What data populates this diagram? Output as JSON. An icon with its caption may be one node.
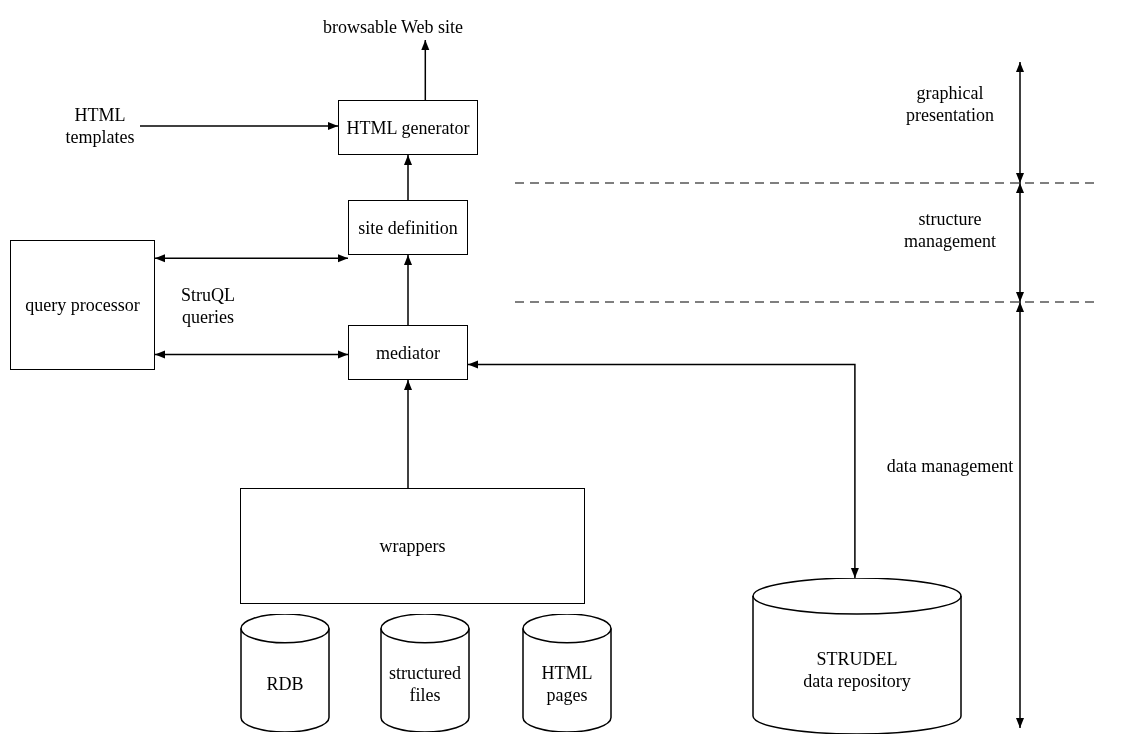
{
  "diagram": {
    "nodes": [
      {
        "text": [
          "browsable Web site"
        ]
      },
      {
        "text": [
          "HTML templates"
        ]
      },
      {
        "text": [
          "HTML generator"
        ]
      },
      {
        "text": [
          "site definition"
        ]
      },
      {
        "text": [
          "query processor"
        ]
      },
      {
        "text": [
          "mediator"
        ]
      },
      {
        "text": [
          "wrappers"
        ]
      },
      {
        "text": [
          "RDB"
        ]
      },
      {
        "text": [
          "structured files"
        ]
      },
      {
        "text": [
          "HTML pages"
        ]
      },
      {
        "text": [
          "STRUDEL",
          "data repository"
        ]
      }
    ],
    "edges": [
      {
        "from": 2,
        "to": 0,
        "arrow": "to"
      },
      {
        "from": 1,
        "to": 2,
        "arrow": "to"
      },
      {
        "from": 3,
        "to": 2,
        "arrow": "to"
      },
      {
        "from": 4,
        "to": 3,
        "arrow": "both"
      },
      {
        "from": 4,
        "to": 5,
        "arrow": "both"
      },
      {
        "from": 5,
        "to": 3,
        "arrow": "to"
      },
      {
        "from": 6,
        "to": 5,
        "arrow": "to"
      },
      {
        "from": 5,
        "to": 10,
        "arrow": "both"
      }
    ],
    "labels": [
      "graphical presentation",
      "StruQL queries",
      "structure management",
      "data management"
    ]
  }
}
